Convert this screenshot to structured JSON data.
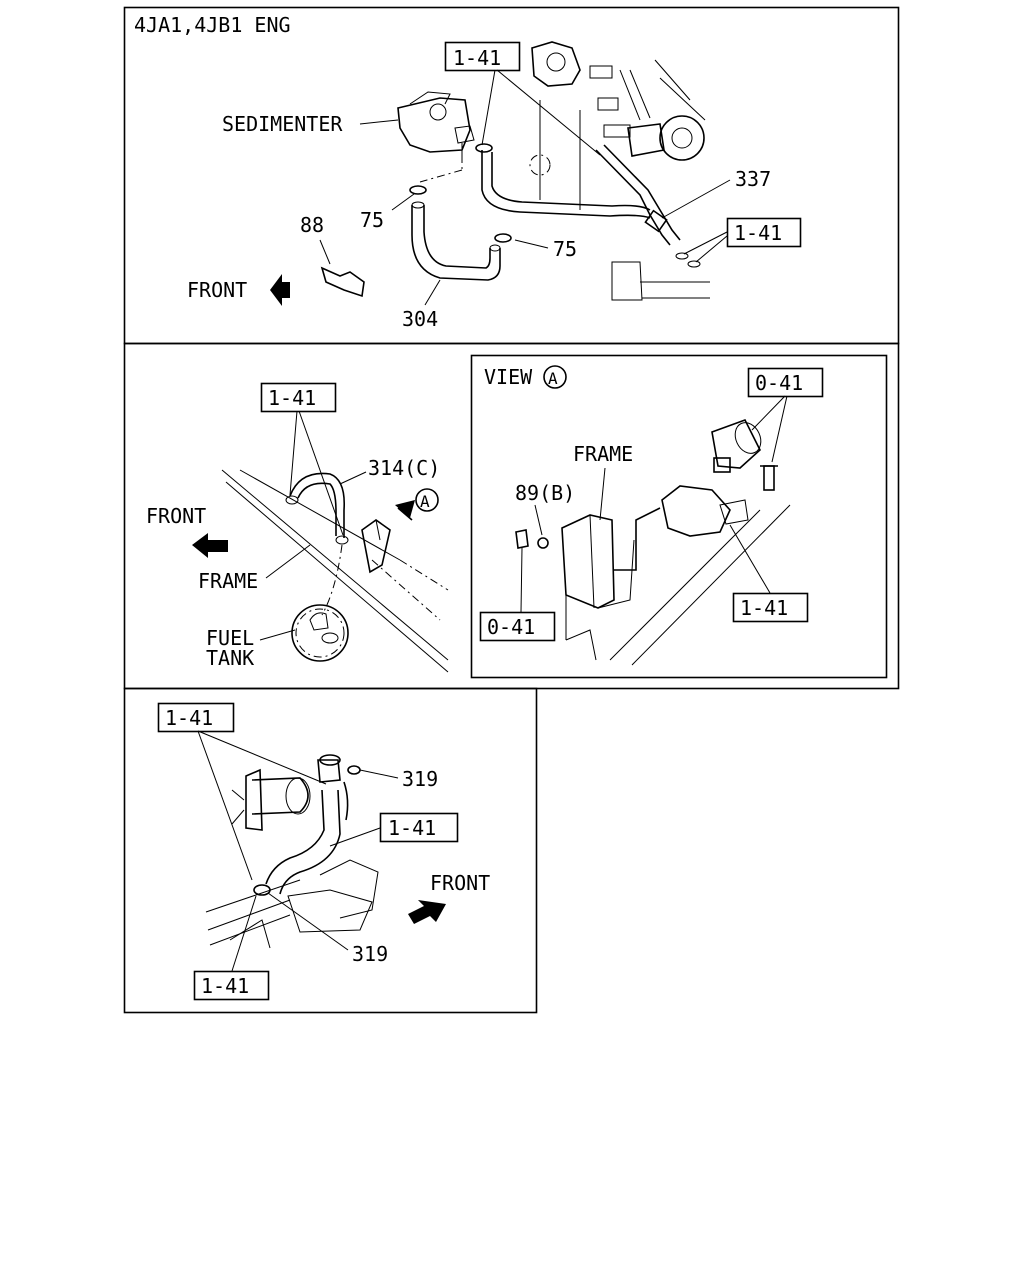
{
  "panel1": {
    "title": "4JA1,4JB1 ENG",
    "labels": {
      "sedimenter": "SEDIMENTER",
      "front": "FRONT",
      "ref_top": "1-41",
      "ref_right": "1-41",
      "p337": "337",
      "p75a": "75",
      "p75b": "75",
      "p88": "88",
      "p304": "304"
    }
  },
  "panel2": {
    "labels": {
      "ref": "1-41",
      "p314": "314(C)",
      "front": "FRONT",
      "view_marker": "A",
      "frame": "FRAME",
      "fuel": "FUEL",
      "tank": "TANK"
    }
  },
  "panel3": {
    "labels": {
      "view": "VIEW",
      "view_marker": "A",
      "ref_top": "0-41",
      "frame": "FRAME",
      "p89": "89(B)",
      "ref_bottom_left": "0-41",
      "ref_bottom_right": "1-41"
    }
  },
  "panel4": {
    "labels": {
      "ref_top": "1-41",
      "p319a": "319",
      "ref_mid": "1-41",
      "front": "FRONT",
      "p319b": "319",
      "ref_bottom": "1-41"
    }
  }
}
